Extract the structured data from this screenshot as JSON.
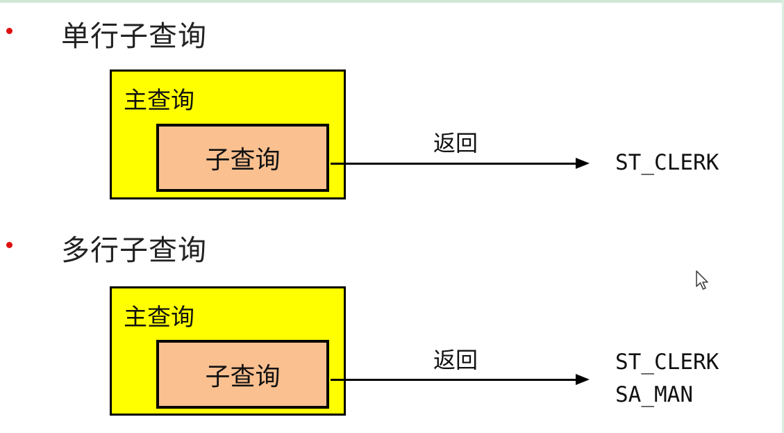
{
  "single_row": {
    "title": "单行子查询",
    "outer_label": "主查询",
    "inner_label": "子查询",
    "return_label": "返回",
    "results": [
      "ST_CLERK"
    ]
  },
  "multi_row": {
    "title": "多行子查询",
    "outer_label": "主查询",
    "inner_label": "子查询",
    "return_label": "返回",
    "results": [
      "ST_CLERK",
      "SA_MAN"
    ]
  },
  "colors": {
    "outer_box": "#ffff00",
    "inner_box": "#fac090",
    "bullet": "#e01010"
  }
}
